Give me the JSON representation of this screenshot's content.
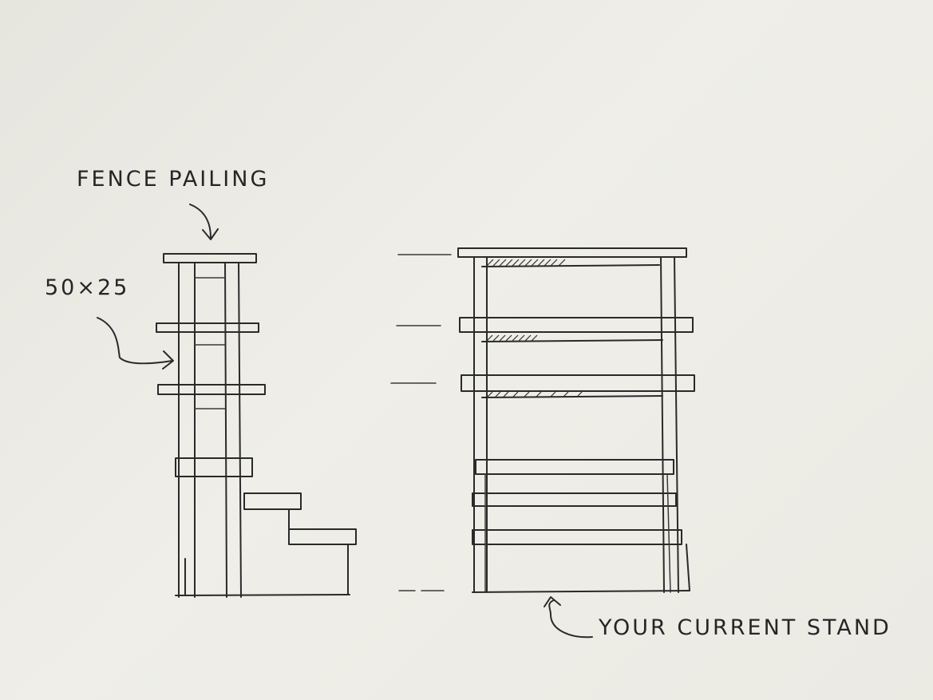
{
  "annotations": {
    "fence_pailing": "FENCE PAILING",
    "dimension": "50×25",
    "current_stand": "YOUR CURRENT STAND"
  },
  "colors": {
    "paper": "#ecebe4",
    "ink": "#2a2a2a"
  }
}
